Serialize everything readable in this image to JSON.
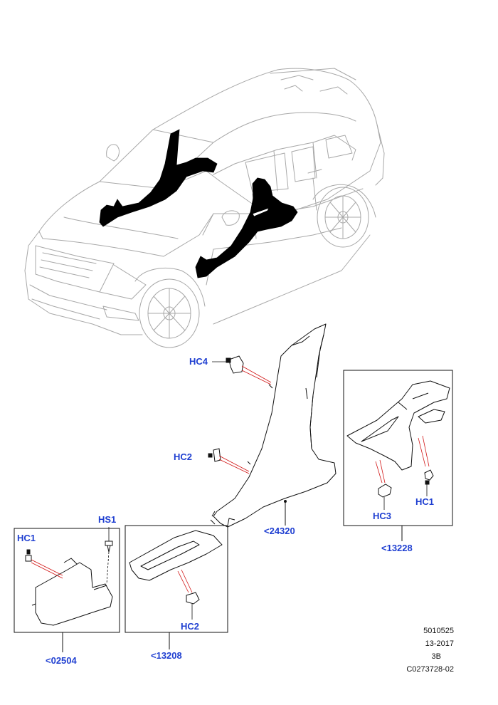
{
  "callouts": {
    "hc4": "HC4",
    "hc2_main": "HC2",
    "hs1": "HS1",
    "hc1_left": "HC1",
    "hc2_sill": "HC2",
    "hc3": "HC3",
    "hc1_right": "HC1"
  },
  "part_refs": {
    "p24320": "<24320",
    "p13228": "<13228",
    "p02504": "<02504",
    "p13208": "<13208"
  },
  "info": {
    "line1": "5010525",
    "line2": "13-2017",
    "line3": "3B",
    "line4": "C0273728-02"
  },
  "colors": {
    "callout_blue": "#1f3fd1",
    "leader_red": "#d21818",
    "line_gray": "#9a9a9a",
    "highlight_black": "#000000"
  }
}
